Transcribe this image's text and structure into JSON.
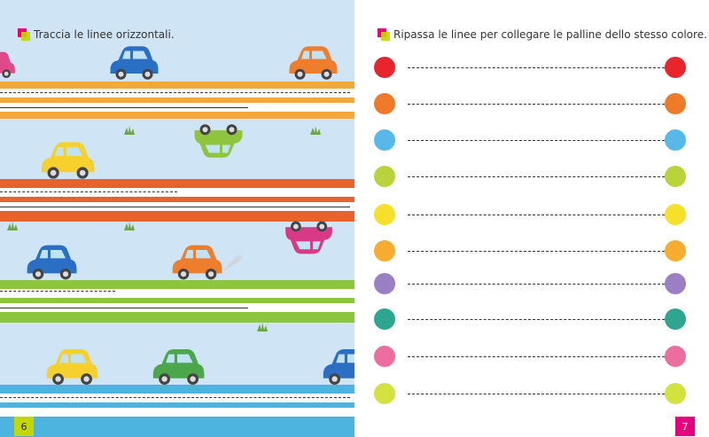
{
  "left_page": {
    "instruction": "Traccia le linee orizzontali.",
    "page_number": "6"
  },
  "right_page": {
    "instruction": "Ripassa le linee per collegare le palline dello stesso colore.",
    "page_number": "7",
    "dot_colors": [
      "#e8242c",
      "#ee7a2a",
      "#58b8ea",
      "#b8d43a",
      "#f6e02a",
      "#f6ac2e",
      "#9a7fc2",
      "#2ea58e",
      "#ec6e9e",
      "#d2e23e"
    ]
  },
  "colors": {
    "sky": "#cfe4f4",
    "orange_band": "#f2a93b",
    "red_band": "#e8632c",
    "green_band": "#8cc63e",
    "blue_band": "#4cb4de",
    "accent_magenta": "#e6007e",
    "accent_green": "#c3d600"
  },
  "icons": [
    "car-icon",
    "grass-icon",
    "color-dot-icon"
  ]
}
